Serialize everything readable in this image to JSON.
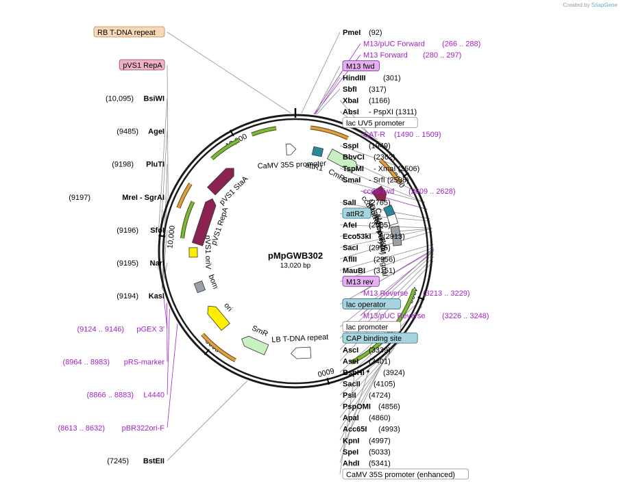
{
  "credit": {
    "prefix": "Created by",
    "brand": "SnapGene"
  },
  "plasmid": {
    "name": "pMpGWB302",
    "size_label": "13,020 bp",
    "length": 13020
  },
  "colors": {
    "enzyme": "#000000",
    "primer": "#a020c8",
    "leader": "#8c8c8c",
    "backbone": "#1a1a1a",
    "orange": "#e0a040",
    "green": "#6fbf3a",
    "maroon": "#8b2352",
    "lightgreen": "#c8f0c0",
    "teal": "#2a8a9a",
    "yellow": "#ffee00",
    "gray": "#9aa0a8"
  },
  "ticks": [
    {
      "label": "2000",
      "pos": 2000
    },
    {
      "label": "4000",
      "pos": 4000
    },
    {
      "label": "6000",
      "pos": 6000
    },
    {
      "label": "8000",
      "pos": 8000
    },
    {
      "label": "10,000",
      "pos": 10000
    },
    {
      "label": "12,000",
      "pos": 12000
    }
  ],
  "features": [
    {
      "name": "CaMV 35S promoter",
      "start": 12850,
      "end": 13020,
      "type": "promoter"
    },
    {
      "name": "attR1",
      "start": 390,
      "end": 520,
      "type": "teal"
    },
    {
      "name": "CmR",
      "start": 700,
      "end": 1350,
      "type": "cds_light"
    },
    {
      "name": "ccdB",
      "start": 1900,
      "end": 2200,
      "type": "cds_maroon"
    },
    {
      "name": "attR2",
      "start": 2350,
      "end": 2480,
      "type": "teal"
    },
    {
      "name": "NOS terminator",
      "start": 2480,
      "end": 2730,
      "type": "terminator"
    },
    {
      "name": "lac operator",
      "start": 2840,
      "end": 2860,
      "type": "misc"
    },
    {
      "name": "CaMV poly(A) signal",
      "start": 2950,
      "end": 3130,
      "type": "gray"
    },
    {
      "name": "LB T-DNA repeat",
      "start": 6200,
      "end": 6600,
      "type": "repeat"
    },
    {
      "name": "SmR",
      "start": 7100,
      "end": 7650,
      "type": "cds_light"
    },
    {
      "name": "ori",
      "start": 8050,
      "end": 8600,
      "type": "ori"
    },
    {
      "name": "bom",
      "start": 8950,
      "end": 9100,
      "type": "gray"
    },
    {
      "name": "pVS1 oriV",
      "start": 9650,
      "end": 9830,
      "type": "yellowbox"
    },
    {
      "name": "pVS1 StaA",
      "start": 11050,
      "end": 11700,
      "type": "cds_maroon"
    },
    {
      "name": "pVS1 RepA",
      "start": 9900,
      "end": 10950,
      "type": "cds_maroon"
    }
  ],
  "labels_right": [
    {
      "name": "PmeI",
      "value": "(92)",
      "kind": "enzyme",
      "pos": 92
    },
    {
      "name": "M13/pUC Forward",
      "value": "(266 .. 288)",
      "kind": "primer",
      "pos": 277
    },
    {
      "name": "M13 Forward",
      "value": "(280 .. 297)",
      "kind": "primer",
      "pos": 288
    },
    {
      "name": "M13 fwd",
      "value": "",
      "kind": "box_purple",
      "pos": 290
    },
    {
      "name": "HindIII",
      "value": "(301)",
      "kind": "enzyme",
      "pos": 301
    },
    {
      "name": "SbfI",
      "value": "(317)",
      "kind": "enzyme",
      "pos": 317
    },
    {
      "name": "XbaI",
      "value": "(1166)",
      "kind": "enzyme",
      "pos": 1166
    },
    {
      "name": "AbsI",
      "value": "-  PspXI    (1311)",
      "kind": "enzyme",
      "pos": 1311
    },
    {
      "name": "lac UV5 promoter",
      "value": "",
      "kind": "box_white",
      "pos": 1400
    },
    {
      "name": "CAT-R",
      "value": "(1490 .. 1509)",
      "kind": "primer",
      "pos": 1500
    },
    {
      "name": "SspI",
      "value": "(1949)",
      "kind": "enzyme",
      "pos": 1949
    },
    {
      "name": "BbvCI",
      "value": "(2362)",
      "kind": "enzyme",
      "pos": 2362
    },
    {
      "name": "TspMI",
      "value": "-  XmaI    (2506)",
      "kind": "enzyme",
      "pos": 2506
    },
    {
      "name": "SmaI",
      "value": "-  SrfI    (2508)",
      "kind": "enzyme",
      "pos": 2508
    },
    {
      "name": "ccdB-fwd",
      "value": "(2609 .. 2628)",
      "kind": "primer",
      "pos": 2618
    },
    {
      "name": "SalI",
      "value": "(2765)",
      "kind": "enzyme",
      "pos": 2765
    },
    {
      "name": "attR2",
      "value": "",
      "kind": "box_teal",
      "pos": 2800
    },
    {
      "name": "AfeI",
      "value": "(2905)",
      "kind": "enzyme",
      "pos": 2905
    },
    {
      "name": "Eco53kI",
      "value": "(2913)",
      "kind": "enzyme",
      "pos": 2913
    },
    {
      "name": "SacI",
      "value": "(2915)",
      "kind": "enzyme",
      "pos": 2915
    },
    {
      "name": "AflII",
      "value": "(2956)",
      "kind": "enzyme",
      "pos": 2956
    },
    {
      "name": "MauBI",
      "value": "(3151)",
      "kind": "enzyme",
      "pos": 3151
    },
    {
      "name": "M13 rev",
      "value": "",
      "kind": "box_purple",
      "pos": 3200
    },
    {
      "name": "M13 Reverse",
      "value": "(3213 .. 3229)",
      "kind": "primer",
      "pos": 3221
    },
    {
      "name": "lac operator",
      "value": "",
      "kind": "box_teal",
      "pos": 3240
    },
    {
      "name": "M13/pUC Reverse",
      "value": "(3226 .. 3248)",
      "kind": "primer",
      "pos": 3237
    },
    {
      "name": "lac promoter",
      "value": "",
      "kind": "box_white",
      "pos": 3260
    },
    {
      "name": "CAP binding site",
      "value": "",
      "kind": "box_teal",
      "pos": 3290
    },
    {
      "name": "AscI",
      "value": "(3339)",
      "kind": "enzyme",
      "pos": 3339
    },
    {
      "name": "AseI",
      "value": "(3401)",
      "kind": "enzyme",
      "pos": 3401
    },
    {
      "name": "BspHI *",
      "value": "(3924)",
      "kind": "enzyme",
      "pos": 3924
    },
    {
      "name": "SacII",
      "value": "(4105)",
      "kind": "enzyme",
      "pos": 4105
    },
    {
      "name": "PsiI",
      "value": "(4724)",
      "kind": "enzyme",
      "pos": 4724
    },
    {
      "name": "PspOMI",
      "value": "(4856)",
      "kind": "enzyme",
      "pos": 4856
    },
    {
      "name": "ApaI",
      "value": "(4860)",
      "kind": "enzyme",
      "pos": 4860
    },
    {
      "name": "Acc65I",
      "value": "(4993)",
      "kind": "enzyme",
      "pos": 4993
    },
    {
      "name": "KpnI",
      "value": "(4997)",
      "kind": "enzyme",
      "pos": 4997
    },
    {
      "name": "SpeI",
      "value": "(5033)",
      "kind": "enzyme",
      "pos": 5033
    },
    {
      "name": "AhdI",
      "value": "(5341)",
      "kind": "enzyme",
      "pos": 5341
    },
    {
      "name": "CaMV 35S promoter (enhanced)",
      "value": "",
      "kind": "box_white",
      "pos": 5600
    }
  ],
  "labels_left": [
    {
      "name": "RB T-DNA repeat",
      "value": "",
      "kind": "box_orange",
      "pos": 12950
    },
    {
      "name": "pVS1 RepA",
      "value": "",
      "kind": "box_pink",
      "pos": 10600
    },
    {
      "name": "BsiWI",
      "value": "(10,095)",
      "kind": "enzyme",
      "pos": 10095
    },
    {
      "name": "AgeI",
      "value": "(9485)",
      "kind": "enzyme",
      "pos": 9485
    },
    {
      "name": "PluTI",
      "value": "(9198)",
      "kind": "enzyme",
      "pos": 9198
    },
    {
      "name": "MreI  -  SgrAI",
      "value": "(9197)",
      "kind": "enzyme",
      "pos": 9197
    },
    {
      "name": "SfoI",
      "value": "(9196)",
      "kind": "enzyme",
      "pos": 9196
    },
    {
      "name": "NarI",
      "value": "(9195)",
      "kind": "enzyme",
      "pos": 9195
    },
    {
      "name": "KasI",
      "value": "(9194)",
      "kind": "enzyme",
      "pos": 9194
    },
    {
      "name": "pGEX 3'",
      "value": "(9124 .. 9146)",
      "kind": "primer",
      "pos": 9135
    },
    {
      "name": "pRS-marker",
      "value": "(8964 .. 8983)",
      "kind": "primer",
      "pos": 8973
    },
    {
      "name": "L4440",
      "value": "(8866 .. 8883)",
      "kind": "primer",
      "pos": 8874
    },
    {
      "name": "pBR322ori-F",
      "value": "(8613 .. 8632)",
      "kind": "primer",
      "pos": 8622
    },
    {
      "name": "BstEII",
      "value": "(7245)",
      "kind": "enzyme",
      "pos": 7245
    }
  ]
}
